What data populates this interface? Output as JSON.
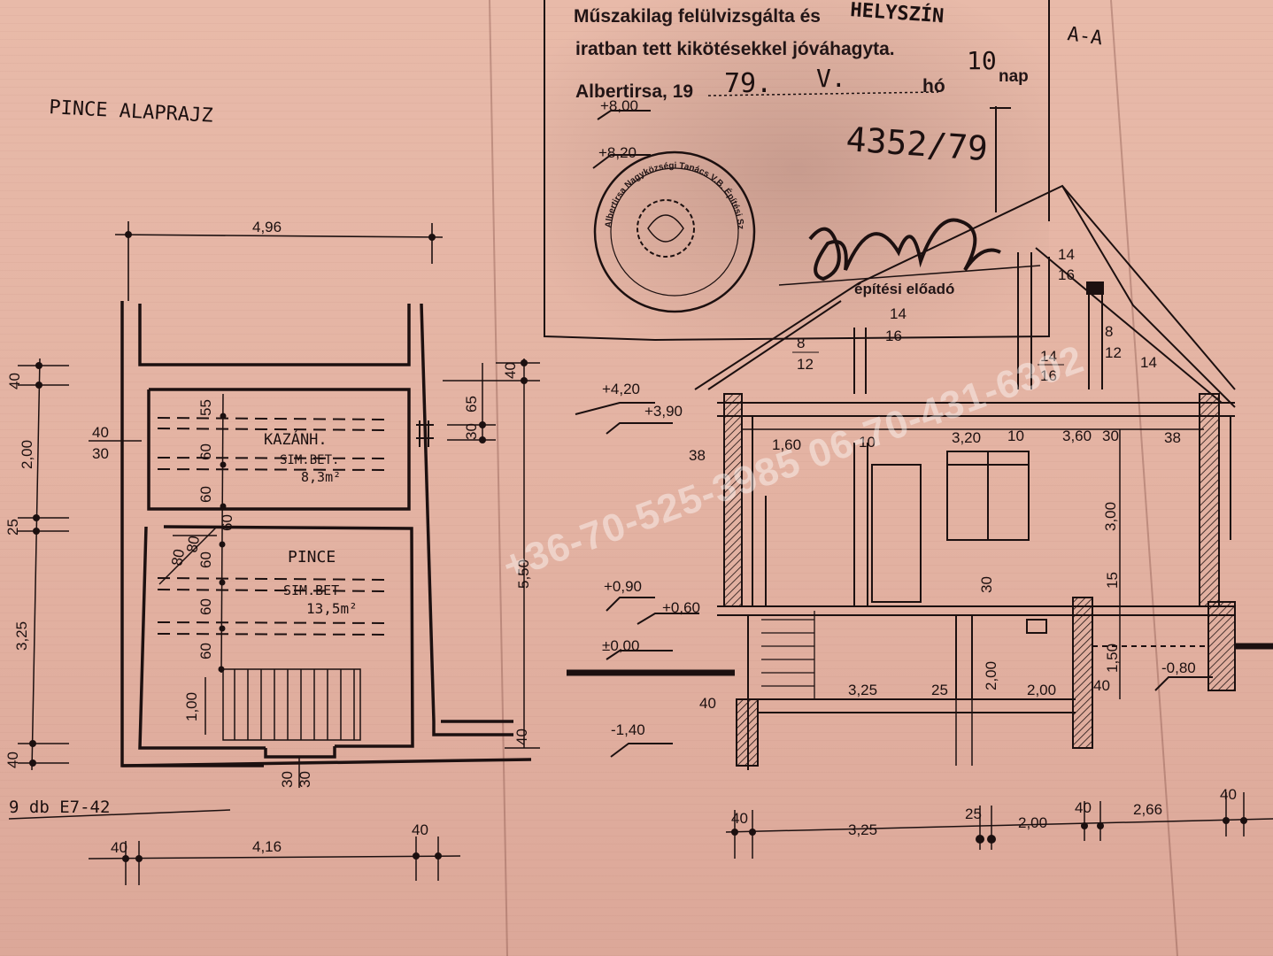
{
  "plan": {
    "title": "PINCE ALAPRAJZ",
    "rooms": [
      {
        "name": "KAZÁNH.",
        "material": "SIM.BET.",
        "area": "8,3m²"
      },
      {
        "name": "PINCE",
        "material": "SIM.BET",
        "area": "13,5m²"
      }
    ],
    "lintel_note": "9 db E7-42",
    "dims": {
      "top_width": "4,96",
      "bottom_width": "4,16",
      "bottom_left": "40",
      "bottom_right": "40",
      "left_stack": [
        "40",
        "2,00",
        "25",
        "3,25",
        "40"
      ],
      "wall_left": [
        "40",
        "30"
      ],
      "right_height": "5,50",
      "right_small": [
        "40",
        "65",
        "30"
      ],
      "right_bottom": "40",
      "stair_marks": [
        "55",
        "60",
        "60",
        "60",
        "60",
        "60",
        "60"
      ],
      "stair_height": "1,00",
      "stair_bottom": [
        "30",
        "30"
      ],
      "door_marks": [
        "80",
        "80"
      ]
    }
  },
  "section": {
    "title": "A-A",
    "levels": [
      "+8,00",
      "+8,20",
      "+4,20",
      "+3,90",
      "+0,90",
      "+0,60",
      "±0,00",
      "-1,40",
      "-0,80"
    ],
    "roof_marks": [
      "8",
      "12",
      "14",
      "16",
      "14",
      "16",
      "14",
      "16",
      "8",
      "12",
      "14"
    ],
    "floor_dims": [
      "38",
      "1,60",
      "10",
      "3,20",
      "10",
      "3,60",
      "30",
      "38"
    ],
    "heights": [
      "3,00",
      "15",
      "1,50",
      "2,00",
      "30"
    ],
    "basement_dims": [
      "40",
      "3,25",
      "25",
      "2,00",
      "40"
    ],
    "bottom_dims": [
      "40",
      "3,25",
      "25",
      "2,00",
      "40",
      "2,66",
      "40"
    ]
  },
  "stamp": {
    "line1": "Műszakilag felülvizsgálta és",
    "line1_hand": "HELYSZÍN",
    "line2": "iratban tett kikötésekkel jóváhagyta.",
    "line3_prefix": "Albertirsa, 19",
    "year": "79.",
    "month": "V.",
    "day_label": "hó",
    "day": "10",
    "nap": "nap",
    "file_no": "4352/79",
    "signature_role": "építési előadó",
    "seal_text": "Albertirsa Nagyközségi Tanács V.B. Építési Szakigazgatási Szerve"
  },
  "watermark": "+36-70-525-3985 06-70-431-6302"
}
